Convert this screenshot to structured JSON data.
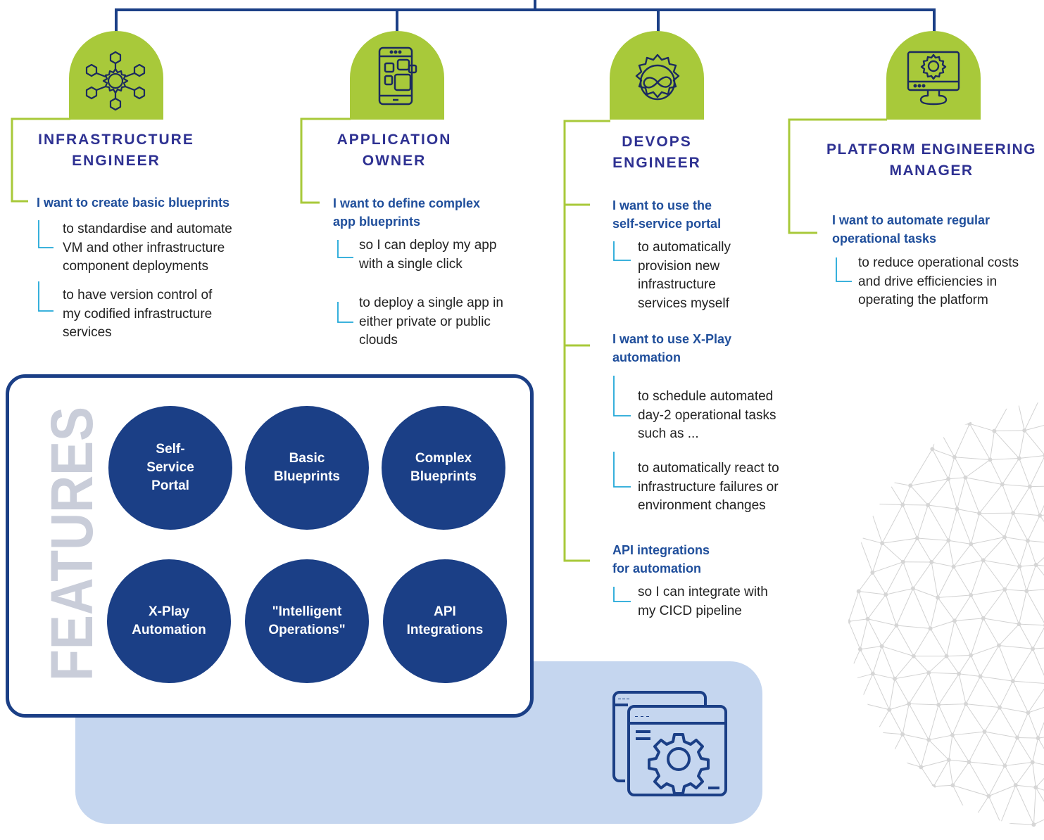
{
  "roles": [
    {
      "title": "INFRASTRUCTURE\nENGINEER",
      "icon": "blockchain-gear-icon",
      "wants": [
        {
          "heading": "I want to create basic blueprints",
          "reasons": [
            "to standardise and automate\nVM and other infrastructure\ncomponent deployments",
            "to have version control of\nmy codified infrastructure\nservices"
          ]
        }
      ]
    },
    {
      "title": "APPLICATION\nOWNER",
      "icon": "mobile-app-icon",
      "wants": [
        {
          "heading": "I want to define complex\napp blueprints",
          "reasons": [
            "so I can deploy my app\nwith a single click",
            "to deploy a single app in\neither private or public\nclouds"
          ]
        }
      ]
    },
    {
      "title": "DEVOPS\nENGINEER",
      "icon": "infinity-gear-icon",
      "wants": [
        {
          "heading": "I want to use the\nself-service portal",
          "reasons": [
            "to automatically\nprovision new\ninfrastructure\nservices myself"
          ]
        },
        {
          "heading": "I want to use X-Play\nautomation",
          "reasons": [
            "to schedule automated\nday-2 operational tasks\nsuch as ...",
            "to automatically react to\ninfrastructure failures or\nenvironment changes"
          ]
        },
        {
          "heading": "API integrations\nfor automation",
          "reasons": [
            "so I can integrate with\nmy CICD pipeline"
          ]
        }
      ]
    },
    {
      "title": "PLATFORM ENGINEERING\nMANAGER",
      "icon": "monitor-gear-icon",
      "wants": [
        {
          "heading": "I want to automate regular\noperational tasks",
          "reasons": [
            "to reduce operational costs\nand drive efficiencies in\noperating the platform"
          ]
        }
      ]
    }
  ],
  "features": {
    "label": "FEATURES",
    "items": [
      "Self-\nService\nPortal",
      "Basic\nBlueprints",
      "Complex\nBlueprints",
      "X-Play\nAutomation",
      "\"Intelligent\nOperations\"",
      "API\nIntegrations"
    ]
  },
  "colors": {
    "navy": "#1b3f86",
    "title": "#2e3192",
    "green": "#a8c93a",
    "light_blue": "#c5d6ef",
    "blue_text": "#1f4e9b",
    "connector": "#20a8d8",
    "features_word": "#c9cdd9"
  }
}
